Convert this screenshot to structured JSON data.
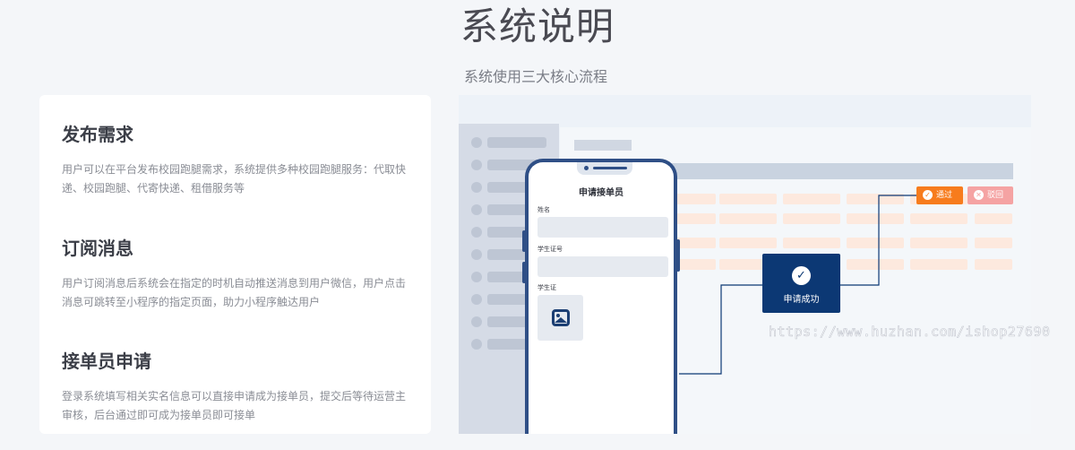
{
  "page": {
    "title": "系统说明",
    "subtitle": "系统使用三大核心流程"
  },
  "features": [
    {
      "title": "发布需求",
      "description": "用户可以在平台发布校园跑腿需求，系统提供多种校园跑腿服务：代取快递、校园跑腿、代寄快递、租借服务等"
    },
    {
      "title": "订阅消息",
      "description": "用户订阅消息后系统会在指定的时机自动推送消息到用户微信，用户点击消息可跳转至小程序的指定页面，助力小程序触达用户"
    },
    {
      "title": "接单员申请",
      "description": "登录系统填写相关实名信息可以直接申请成为接单员，提交后等待运营主审核，后台通过即可成为接单员即可接单"
    }
  ],
  "phone": {
    "app_title": "申请接单员",
    "field_name": "姓名",
    "field_student_id": "学生证号",
    "field_student_card": "学生证"
  },
  "admin": {
    "pass_label": "通过",
    "reject_label": "驳回",
    "success_label": "申请成功"
  },
  "watermark": "https://www.huzhan.com/ishop27690",
  "colors": {
    "navy": "#0c3874",
    "orange": "#f77c1d",
    "pink": "#f5a3a3"
  }
}
